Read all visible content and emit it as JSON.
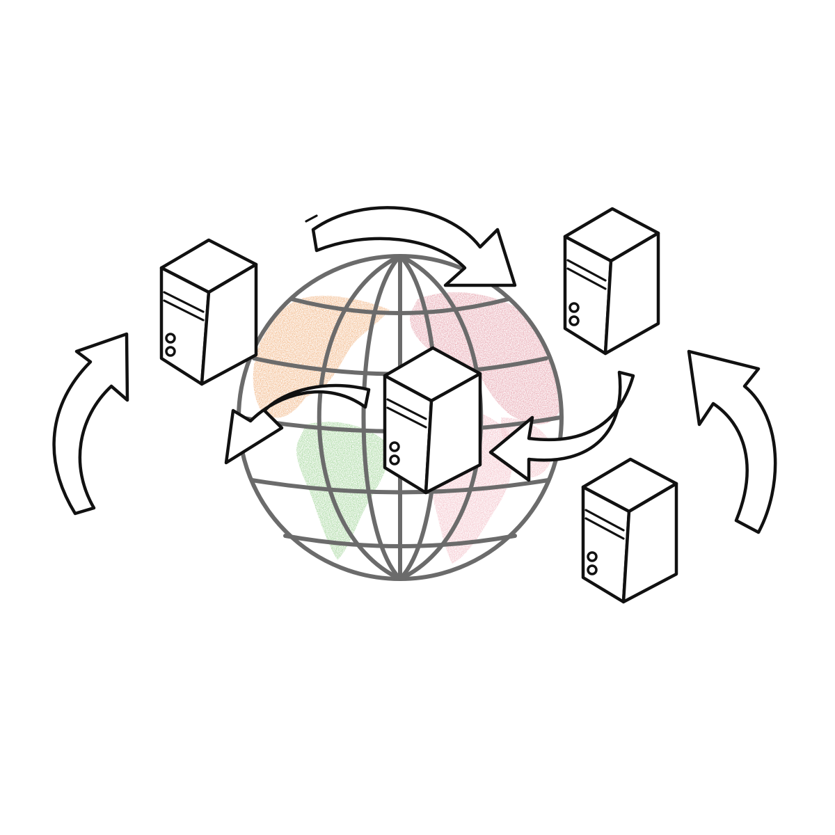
{
  "diagram": {
    "subject": "servers-around-globe",
    "colors": {
      "ink": "#111111",
      "globe_grid": "#6b6b6b",
      "continent_orange": "#f2b98a",
      "continent_green": "#a8d8a0",
      "continent_pink": "#f4c4cc",
      "continent_rose": "#e8a9b3",
      "background": "#ffffff"
    },
    "icons": [
      "server-icon",
      "globe-icon",
      "curved-arrow-icon"
    ],
    "server_count": 4,
    "arrow_count": 5
  }
}
